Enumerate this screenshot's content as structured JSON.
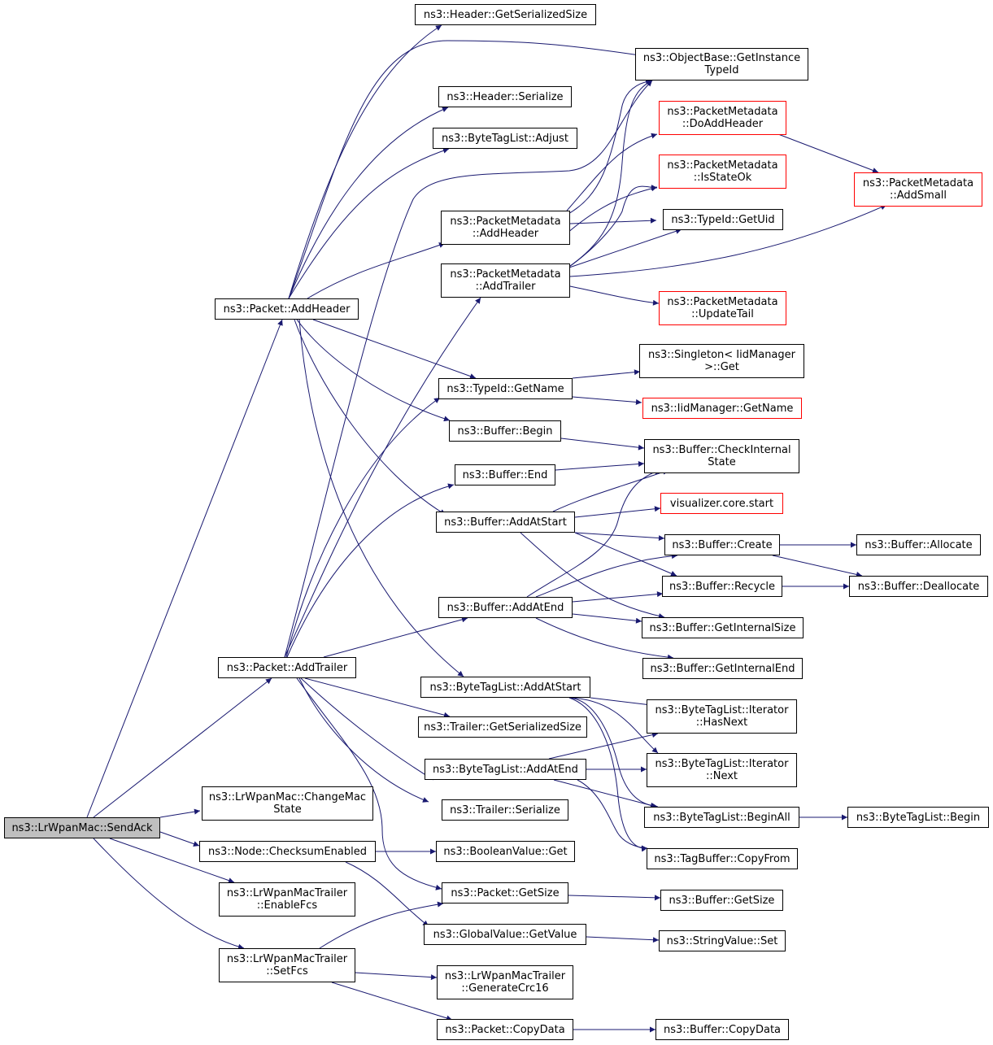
{
  "colors": {
    "edge": "#191970",
    "box_border": "#000000",
    "box_incomplete": "#ff0000",
    "root_fill": "#bfbfbf"
  },
  "nodes": {
    "n1": {
      "lines": [
        "ns3::LrWpanMac::SendAck"
      ]
    },
    "n2": {
      "lines": [
        "ns3::Packet::AddHeader"
      ]
    },
    "n3": {
      "lines": [
        "ns3::Packet::AddTrailer"
      ]
    },
    "n4": {
      "lines": [
        "ns3::LrWpanMac::ChangeMac",
        "State"
      ]
    },
    "n5": {
      "lines": [
        "ns3::Node::ChecksumEnabled"
      ]
    },
    "n6": {
      "lines": [
        "ns3::LrWpanMacTrailer",
        "::EnableFcs"
      ]
    },
    "n7": {
      "lines": [
        "ns3::LrWpanMacTrailer",
        "::SetFcs"
      ]
    },
    "n8": {
      "lines": [
        "ns3::Header::GetSerializedSize"
      ]
    },
    "n9": {
      "lines": [
        "ns3::Header::Serialize"
      ]
    },
    "n10": {
      "lines": [
        "ns3::ByteTagList::Adjust"
      ]
    },
    "n11": {
      "lines": [
        "ns3::PacketMetadata",
        "::AddHeader"
      ]
    },
    "n12": {
      "lines": [
        "ns3::PacketMetadata",
        "::AddTrailer"
      ]
    },
    "n13": {
      "lines": [
        "ns3::TypeId::GetName"
      ]
    },
    "n14": {
      "lines": [
        "ns3::Buffer::Begin"
      ]
    },
    "n15": {
      "lines": [
        "ns3::Buffer::End"
      ]
    },
    "n16": {
      "lines": [
        "ns3::Buffer::AddAtStart"
      ]
    },
    "n17": {
      "lines": [
        "ns3::Buffer::AddAtEnd"
      ]
    },
    "n18": {
      "lines": [
        "ns3::ByteTagList::AddAtStart"
      ]
    },
    "n19": {
      "lines": [
        "ns3::Trailer::GetSerializedSize"
      ]
    },
    "n20": {
      "lines": [
        "ns3::ByteTagList::AddAtEnd"
      ]
    },
    "n21": {
      "lines": [
        "ns3::Trailer::Serialize"
      ]
    },
    "n22": {
      "lines": [
        "ns3::BooleanValue::Get"
      ]
    },
    "n23": {
      "lines": [
        "ns3::Packet::GetSize"
      ]
    },
    "n24": {
      "lines": [
        "ns3::GlobalValue::GetValue"
      ]
    },
    "n25": {
      "lines": [
        "ns3::LrWpanMacTrailer",
        "::GenerateCrc16"
      ]
    },
    "n26": {
      "lines": [
        "ns3::Packet::CopyData"
      ]
    },
    "n27": {
      "lines": [
        "ns3::ObjectBase::GetInstance",
        "TypeId"
      ]
    },
    "n28": {
      "lines": [
        "ns3::PacketMetadata",
        "::DoAddHeader"
      ]
    },
    "n29": {
      "lines": [
        "ns3::PacketMetadata",
        "::IsStateOk"
      ]
    },
    "n30": {
      "lines": [
        "ns3::TypeId::GetUid"
      ]
    },
    "n31": {
      "lines": [
        "ns3::PacketMetadata",
        "::UpdateTail"
      ]
    },
    "n32": {
      "lines": [
        "ns3::Singleton< IidManager",
        " >::Get"
      ]
    },
    "n33": {
      "lines": [
        "ns3::IidManager::GetName"
      ]
    },
    "n34": {
      "lines": [
        "ns3::Buffer::CheckInternal",
        "State"
      ]
    },
    "n35": {
      "lines": [
        "visualizer.core.start"
      ]
    },
    "n36": {
      "lines": [
        "ns3::Buffer::Create"
      ]
    },
    "n37": {
      "lines": [
        "ns3::Buffer::Recycle"
      ]
    },
    "n38": {
      "lines": [
        "ns3::Buffer::GetInternalSize"
      ]
    },
    "n39": {
      "lines": [
        "ns3::Buffer::GetInternalEnd"
      ]
    },
    "n40": {
      "lines": [
        "ns3::ByteTagList::Iterator",
        "::HasNext"
      ]
    },
    "n41": {
      "lines": [
        "ns3::ByteTagList::Iterator",
        "::Next"
      ]
    },
    "n42": {
      "lines": [
        "ns3::ByteTagList::BeginAll"
      ]
    },
    "n43": {
      "lines": [
        "ns3::TagBuffer::CopyFrom"
      ]
    },
    "n44": {
      "lines": [
        "ns3::Buffer::GetSize"
      ]
    },
    "n45": {
      "lines": [
        "ns3::StringValue::Set"
      ]
    },
    "n46": {
      "lines": [
        "ns3::Buffer::CopyData"
      ]
    },
    "n47": {
      "lines": [
        "ns3::PacketMetadata",
        "::AddSmall"
      ]
    },
    "n48": {
      "lines": [
        "ns3::Buffer::Allocate"
      ]
    },
    "n49": {
      "lines": [
        "ns3::Buffer::Deallocate"
      ]
    },
    "n50": {
      "lines": [
        "ns3::ByteTagList::Begin"
      ]
    }
  }
}
